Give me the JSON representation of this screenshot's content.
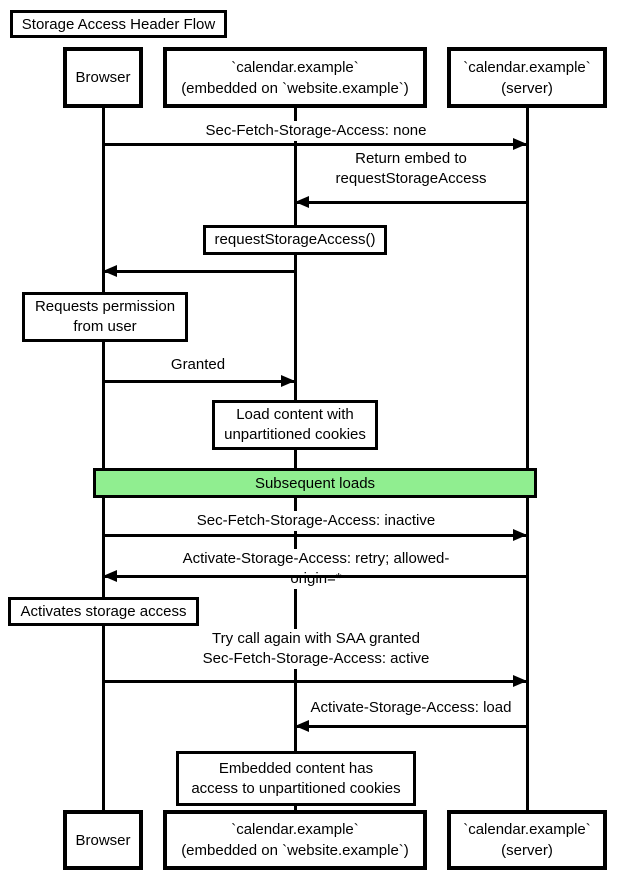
{
  "diagram": {
    "title": "Storage Access Header Flow",
    "participants": {
      "browser": "Browser",
      "embed": "`calendar.example`\n(embedded on `website.example`)",
      "server": "`calendar.example`\n(server)"
    },
    "messages": {
      "sec_fetch_none": "Sec-Fetch-Storage-Access: none",
      "return_embed": "Return embed to\nrequestStorageAccess",
      "granted": "Granted",
      "sec_fetch_inactive": "Sec-Fetch-Storage-Access: inactive",
      "activate_retry": "Activate-Storage-Access: retry; allowed-origin=*",
      "try_again": "Try call again with SAA granted\nSec-Fetch-Storage-Access: active",
      "activate_load": "Activate-Storage-Access: load"
    },
    "notes": {
      "request_storage_access": "requestStorageAccess()",
      "requests_permission": "Requests permission\nfrom user",
      "load_content": "Load content with\nunpartitioned cookies",
      "activates_storage": "Activates storage access",
      "embedded_access": "Embedded content has\naccess to unpartitioned cookies"
    },
    "section": {
      "subsequent_loads": "Subsequent loads"
    },
    "colors": {
      "stroke": "#000000",
      "fill": "#ffffff",
      "band_fill": "#90ee90"
    }
  }
}
